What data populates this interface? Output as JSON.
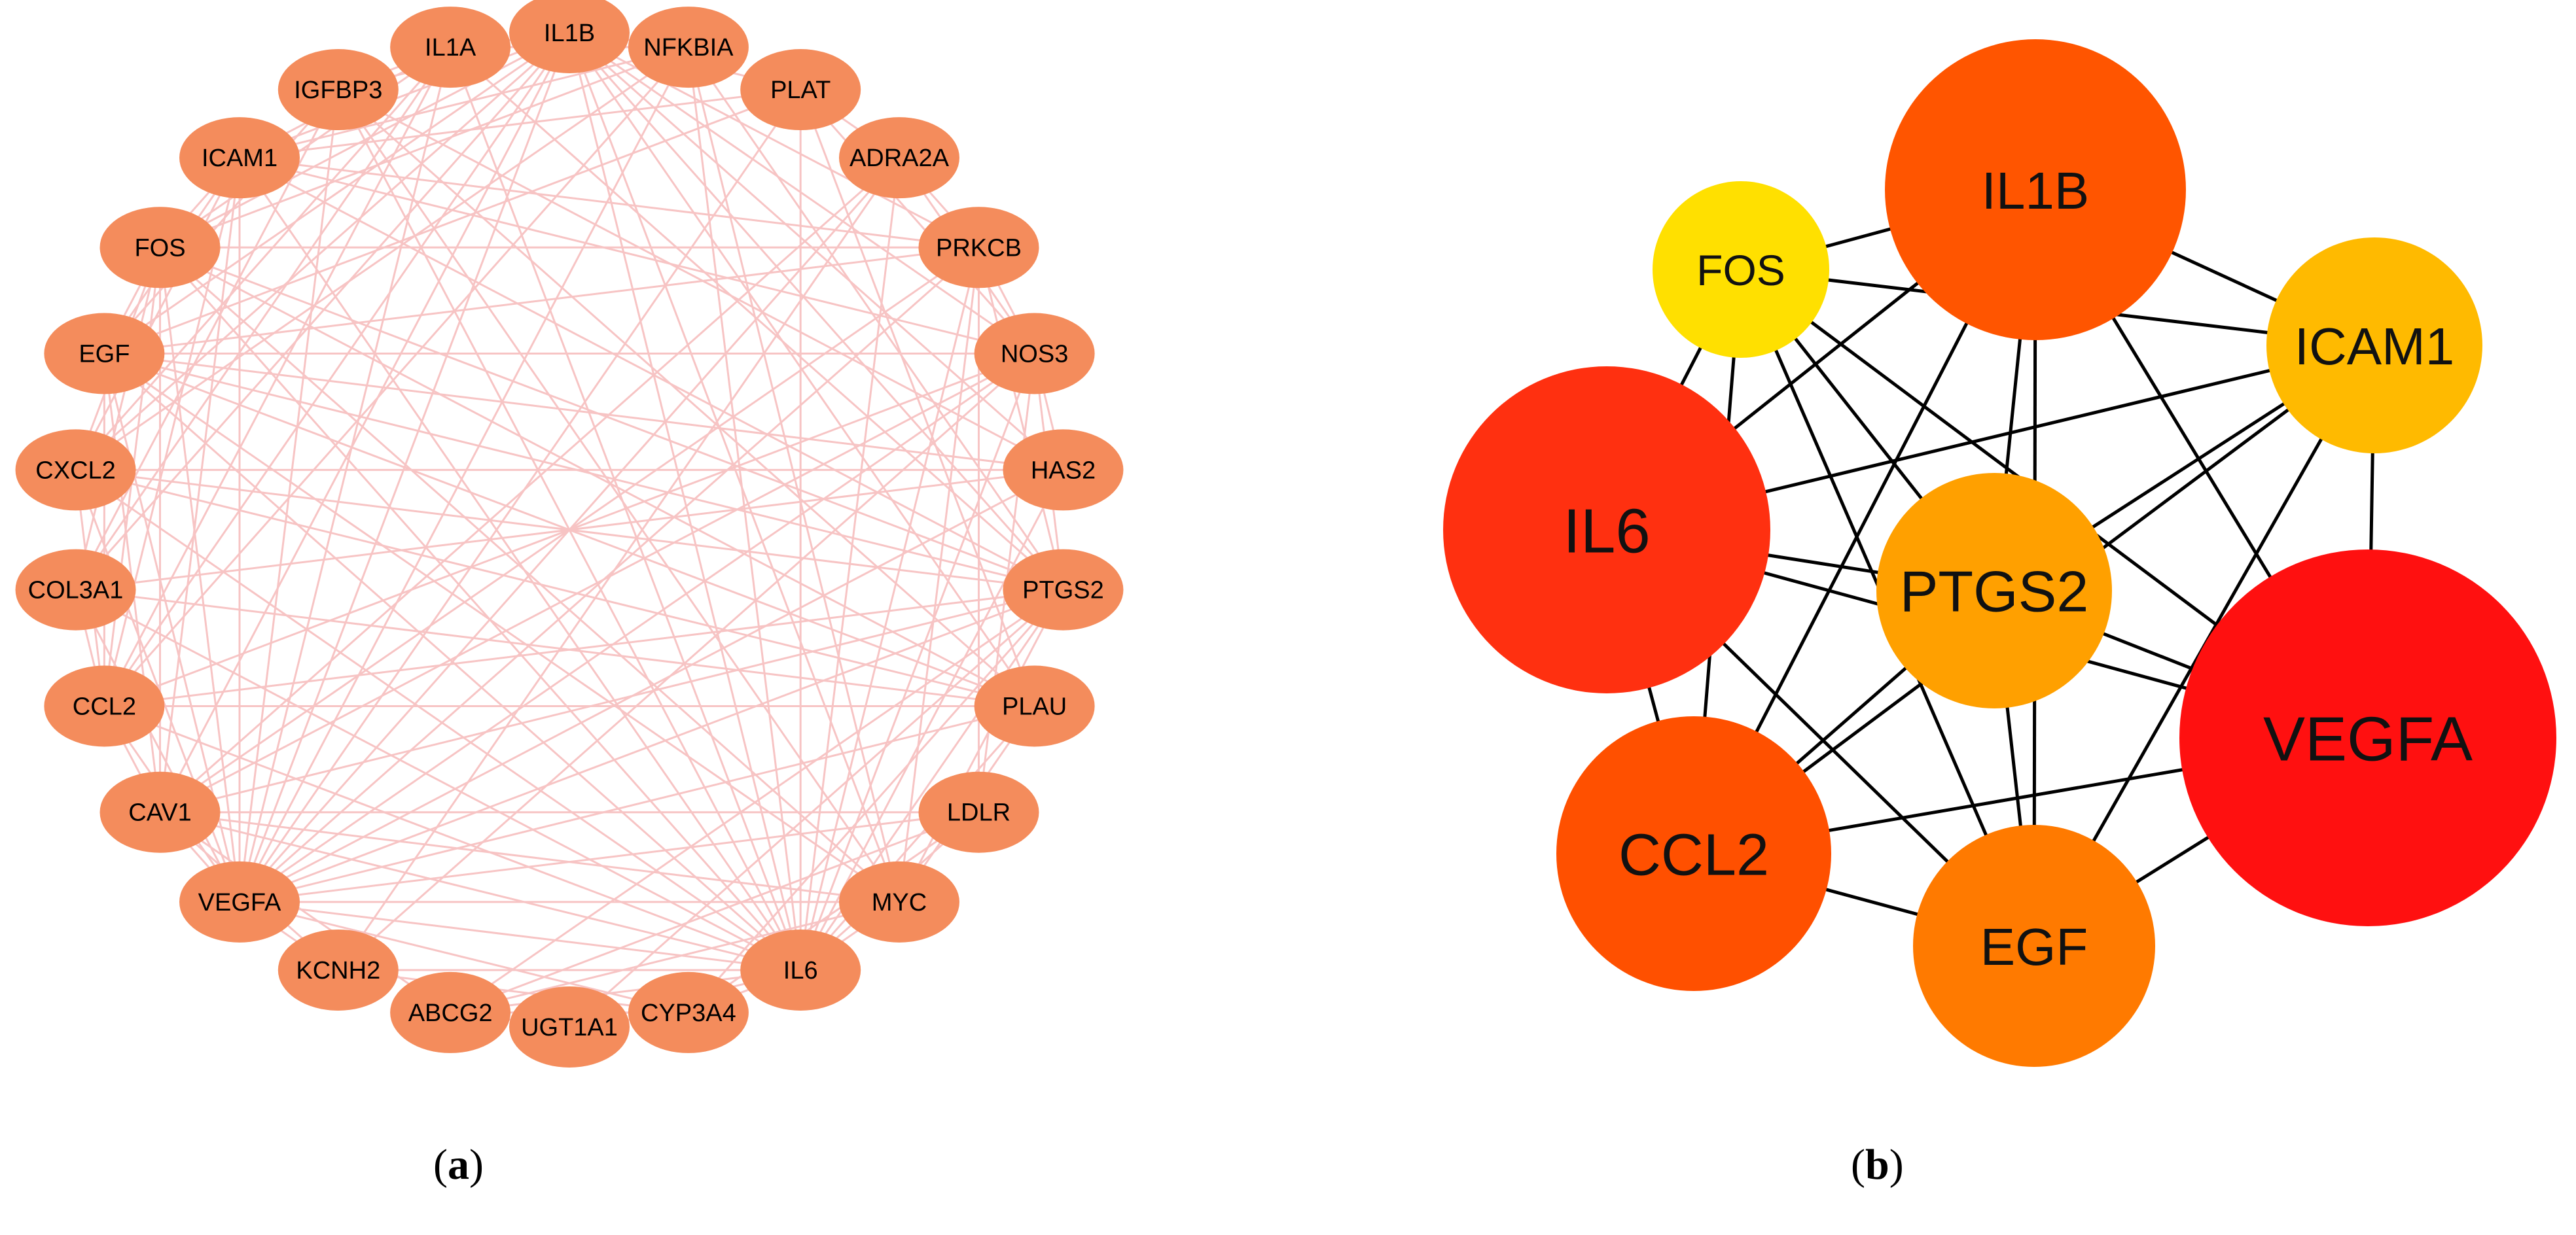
{
  "panels": {
    "a": {
      "caption_open": "(",
      "caption_letter": "a",
      "caption_close": ")",
      "node_color": "#F48C5C",
      "edge_color": "#F7C4C4",
      "nodes": [
        "IL1B",
        "NFKBIA",
        "PLAT",
        "ADRA2A",
        "PRKCB",
        "NOS3",
        "HAS2",
        "PTGS2",
        "PLAU",
        "LDLR",
        "MYC",
        "IL6",
        "CYP3A4",
        "UGT1A1",
        "ABCG2",
        "KCNH2",
        "VEGFA",
        "CAV1",
        "CCL2",
        "COL3A1",
        "CXCL2",
        "EGF",
        "FOS",
        "ICAM1",
        "IGFBP3",
        "IL1A"
      ],
      "edges": [
        [
          "IL6",
          "IL1B"
        ],
        [
          "IL6",
          "VEGFA"
        ],
        [
          "IL6",
          "PTGS2"
        ],
        [
          "IL6",
          "CCL2"
        ],
        [
          "IL6",
          "EGF"
        ],
        [
          "IL6",
          "FOS"
        ],
        [
          "IL6",
          "ICAM1"
        ],
        [
          "IL6",
          "IL1A"
        ],
        [
          "IL6",
          "NFKBIA"
        ],
        [
          "IL6",
          "PLAT"
        ],
        [
          "IL6",
          "PLAU"
        ],
        [
          "IL6",
          "NOS3"
        ],
        [
          "IL6",
          "CXCL2"
        ],
        [
          "IL6",
          "COL3A1"
        ],
        [
          "IL6",
          "CAV1"
        ],
        [
          "IL6",
          "HAS2"
        ],
        [
          "IL6",
          "MYC"
        ],
        [
          "IL6",
          "IGFBP3"
        ],
        [
          "IL6",
          "PRKCB"
        ],
        [
          "IL6",
          "LDLR"
        ],
        [
          "IL6",
          "KCNH2"
        ],
        [
          "IL6",
          "ABCG2"
        ],
        [
          "IL6",
          "UGT1A1"
        ],
        [
          "IL6",
          "CYP3A4"
        ],
        [
          "IL6",
          "ADRA2A"
        ],
        [
          "VEGFA",
          "IL1B"
        ],
        [
          "VEGFA",
          "PTGS2"
        ],
        [
          "VEGFA",
          "CCL2"
        ],
        [
          "VEGFA",
          "EGF"
        ],
        [
          "VEGFA",
          "FOS"
        ],
        [
          "VEGFA",
          "ICAM1"
        ],
        [
          "VEGFA",
          "NOS3"
        ],
        [
          "VEGFA",
          "PLAU"
        ],
        [
          "VEGFA",
          "PLAT"
        ],
        [
          "VEGFA",
          "CAV1"
        ],
        [
          "VEGFA",
          "MYC"
        ],
        [
          "VEGFA",
          "HAS2"
        ],
        [
          "VEGFA",
          "IGFBP3"
        ],
        [
          "VEGFA",
          "IL1A"
        ],
        [
          "VEGFA",
          "NFKBIA"
        ],
        [
          "VEGFA",
          "COL3A1"
        ],
        [
          "VEGFA",
          "CXCL2"
        ],
        [
          "VEGFA",
          "PRKCB"
        ],
        [
          "VEGFA",
          "ADRA2A"
        ],
        [
          "VEGFA",
          "LDLR"
        ],
        [
          "VEGFA",
          "KCNH2"
        ],
        [
          "VEGFA",
          "CYP3A4"
        ],
        [
          "IL1B",
          "PTGS2"
        ],
        [
          "IL1B",
          "CCL2"
        ],
        [
          "IL1B",
          "EGF"
        ],
        [
          "IL1B",
          "FOS"
        ],
        [
          "IL1B",
          "ICAM1"
        ],
        [
          "IL1B",
          "IL1A"
        ],
        [
          "IL1B",
          "NFKBIA"
        ],
        [
          "IL1B",
          "CXCL2"
        ],
        [
          "IL1B",
          "PLAU"
        ],
        [
          "IL1B",
          "PLAT"
        ],
        [
          "IL1B",
          "NOS3"
        ],
        [
          "IL1B",
          "MYC"
        ],
        [
          "IL1B",
          "HAS2"
        ],
        [
          "IL1B",
          "CAV1"
        ],
        [
          "IL1B",
          "COL3A1"
        ],
        [
          "IL1B",
          "IGFBP3"
        ],
        [
          "IL1B",
          "PRKCB"
        ],
        [
          "PTGS2",
          "CCL2"
        ],
        [
          "PTGS2",
          "EGF"
        ],
        [
          "PTGS2",
          "FOS"
        ],
        [
          "PTGS2",
          "ICAM1"
        ],
        [
          "PTGS2",
          "NFKBIA"
        ],
        [
          "PTGS2",
          "NOS3"
        ],
        [
          "PTGS2",
          "IL1A"
        ],
        [
          "PTGS2",
          "CXCL2"
        ],
        [
          "PTGS2",
          "PRKCB"
        ],
        [
          "PTGS2",
          "MYC"
        ],
        [
          "PTGS2",
          "CAV1"
        ],
        [
          "PTGS2",
          "ABCG2"
        ],
        [
          "PTGS2",
          "UGT1A1"
        ],
        [
          "PTGS2",
          "CYP3A4"
        ],
        [
          "CCL2",
          "EGF"
        ],
        [
          "CCL2",
          "FOS"
        ],
        [
          "CCL2",
          "ICAM1"
        ],
        [
          "CCL2",
          "IL1A"
        ],
        [
          "CCL2",
          "NFKBIA"
        ],
        [
          "CCL2",
          "CXCL2"
        ],
        [
          "CCL2",
          "CAV1"
        ],
        [
          "CCL2",
          "PLAU"
        ],
        [
          "CCL2",
          "NOS3"
        ],
        [
          "CCL2",
          "COL3A1"
        ],
        [
          "EGF",
          "FOS"
        ],
        [
          "EGF",
          "ICAM1"
        ],
        [
          "EGF",
          "MYC"
        ],
        [
          "EGF",
          "PLAU"
        ],
        [
          "EGF",
          "PLAT"
        ],
        [
          "EGF",
          "PRKCB"
        ],
        [
          "EGF",
          "CAV1"
        ],
        [
          "EGF",
          "IGFBP3"
        ],
        [
          "EGF",
          "HAS2"
        ],
        [
          "EGF",
          "NOS3"
        ],
        [
          "FOS",
          "ICAM1"
        ],
        [
          "FOS",
          "MYC"
        ],
        [
          "FOS",
          "NFKBIA"
        ],
        [
          "FOS",
          "IL1A"
        ],
        [
          "FOS",
          "CXCL2"
        ],
        [
          "FOS",
          "COL3A1"
        ],
        [
          "FOS",
          "PRKCB"
        ],
        [
          "FOS",
          "PLAU"
        ],
        [
          "FOS",
          "CAV1"
        ],
        [
          "ICAM1",
          "NFKBIA"
        ],
        [
          "ICAM1",
          "IL1A"
        ],
        [
          "ICAM1",
          "NOS3"
        ],
        [
          "ICAM1",
          "CXCL2"
        ],
        [
          "ICAM1",
          "CAV1"
        ],
        [
          "ICAM1",
          "PRKCB"
        ],
        [
          "ICAM1",
          "PLAT"
        ],
        [
          "NOS3",
          "CAV1"
        ],
        [
          "NOS3",
          "PLAT"
        ],
        [
          "NOS3",
          "ADRA2A"
        ],
        [
          "NOS3",
          "PRKCB"
        ],
        [
          "NOS3",
          "LDLR"
        ],
        [
          "NOS3",
          "KCNH2"
        ],
        [
          "NOS3",
          "HAS2"
        ],
        [
          "PLAU",
          "PLAT"
        ],
        [
          "PLAU",
          "IGFBP3"
        ],
        [
          "PLAU",
          "COL3A1"
        ],
        [
          "PLAU",
          "MYC"
        ],
        [
          "PLAU",
          "CXCL2"
        ],
        [
          "MYC",
          "IGFBP3"
        ],
        [
          "MYC",
          "CAV1"
        ],
        [
          "MYC",
          "PRKCB"
        ],
        [
          "MYC",
          "NFKBIA"
        ],
        [
          "MYC",
          "ABCG2"
        ],
        [
          "CAV1",
          "LDLR"
        ],
        [
          "CAV1",
          "PRKCB"
        ],
        [
          "CAV1",
          "ABCG2"
        ],
        [
          "CAV1",
          "KCNH2"
        ],
        [
          "CAV1",
          "ADRA2A"
        ],
        [
          "LDLR",
          "ABCG2"
        ],
        [
          "LDLR",
          "CYP3A4"
        ],
        [
          "LDLR",
          "PRKCB"
        ],
        [
          "CYP3A4",
          "UGT1A1"
        ],
        [
          "CYP3A4",
          "ABCG2"
        ],
        [
          "CYP3A4",
          "KCNH2"
        ],
        [
          "UGT1A1",
          "ABCG2"
        ],
        [
          "KCNH2",
          "ADRA2A"
        ],
        [
          "IL1A",
          "NFKBIA"
        ],
        [
          "IL1A",
          "CXCL2"
        ],
        [
          "IL1A",
          "IGFBP3"
        ],
        [
          "IL1A",
          "COL3A1"
        ],
        [
          "NFKBIA",
          "CXCL2"
        ],
        [
          "COL3A1",
          "HAS2"
        ],
        [
          "COL3A1",
          "IGFBP3"
        ],
        [
          "CXCL2",
          "HAS2"
        ],
        [
          "IGFBP3",
          "HAS2"
        ],
        [
          "PLAT",
          "ADRA2A"
        ],
        [
          "PRKCB",
          "ADRA2A"
        ]
      ]
    },
    "b": {
      "caption_open": "(",
      "caption_letter": "b",
      "caption_close": ")",
      "edge_color": "#000000",
      "nodes": [
        {
          "label": "IL1B",
          "color": "#FF5500"
        },
        {
          "label": "FOS",
          "color": "#FFE000"
        },
        {
          "label": "ICAM1",
          "color": "#FFBA00"
        },
        {
          "label": "IL6",
          "color": "#FF3010"
        },
        {
          "label": "PTGS2",
          "color": "#FFA000"
        },
        {
          "label": "VEGFA",
          "color": "#FF1010"
        },
        {
          "label": "CCL2",
          "color": "#FF5000"
        },
        {
          "label": "EGF",
          "color": "#FF7A00"
        }
      ],
      "edges": [
        [
          "FOS",
          "IL1B"
        ],
        [
          "FOS",
          "ICAM1"
        ],
        [
          "FOS",
          "IL6"
        ],
        [
          "FOS",
          "PTGS2"
        ],
        [
          "FOS",
          "CCL2"
        ],
        [
          "FOS",
          "EGF"
        ],
        [
          "FOS",
          "VEGFA"
        ],
        [
          "IL1B",
          "ICAM1"
        ],
        [
          "IL1B",
          "IL6"
        ],
        [
          "IL1B",
          "PTGS2"
        ],
        [
          "IL1B",
          "CCL2"
        ],
        [
          "IL1B",
          "EGF"
        ],
        [
          "IL1B",
          "VEGFA"
        ],
        [
          "ICAM1",
          "IL6"
        ],
        [
          "ICAM1",
          "PTGS2"
        ],
        [
          "ICAM1",
          "CCL2"
        ],
        [
          "ICAM1",
          "EGF"
        ],
        [
          "ICAM1",
          "VEGFA"
        ],
        [
          "IL6",
          "PTGS2"
        ],
        [
          "IL6",
          "CCL2"
        ],
        [
          "IL6",
          "EGF"
        ],
        [
          "IL6",
          "VEGFA"
        ],
        [
          "PTGS2",
          "CCL2"
        ],
        [
          "PTGS2",
          "EGF"
        ],
        [
          "PTGS2",
          "VEGFA"
        ],
        [
          "CCL2",
          "EGF"
        ],
        [
          "CCL2",
          "VEGFA"
        ],
        [
          "EGF",
          "VEGFA"
        ]
      ]
    }
  }
}
